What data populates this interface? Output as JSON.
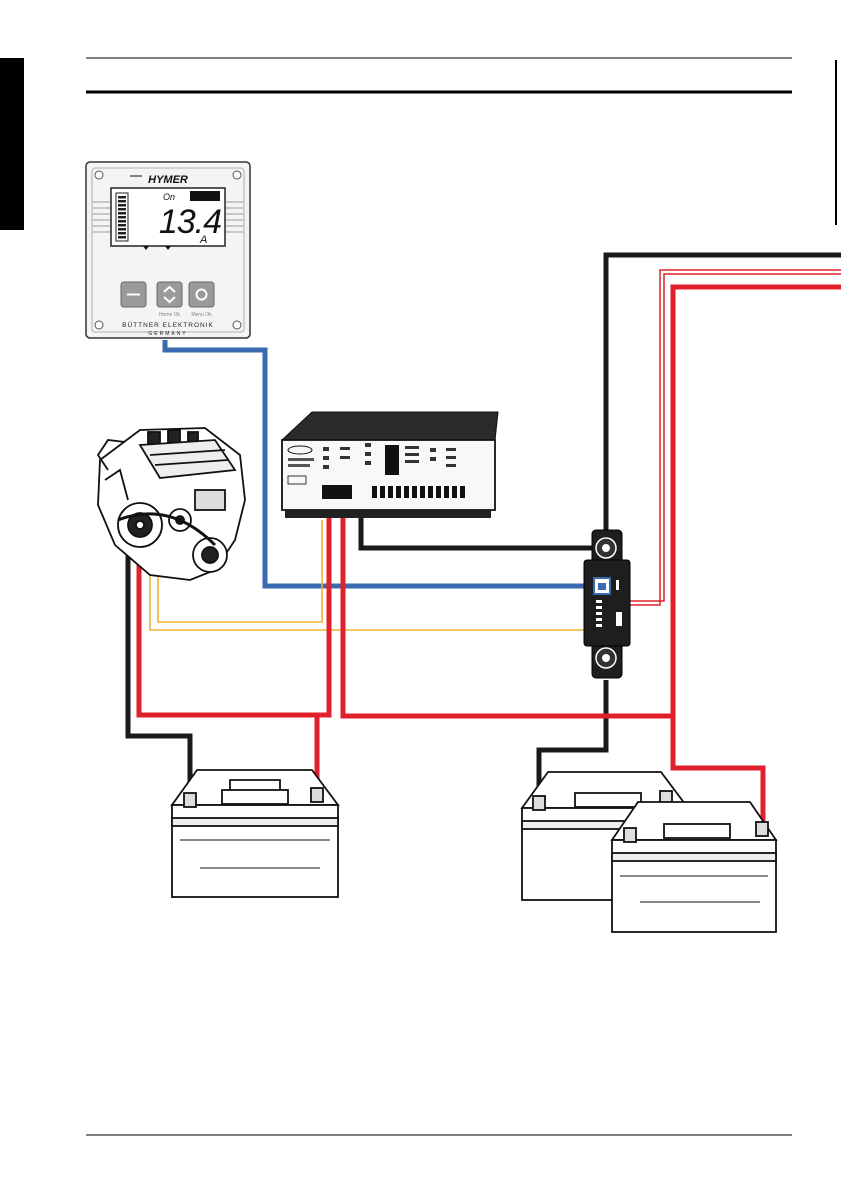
{
  "monitor": {
    "brand": "HYMER",
    "status": "On",
    "reading": "13.4",
    "unit": "A",
    "maker_line1": "BÜTTNER ELEKTRONIK",
    "maker_line2": "GERMANY",
    "button_labels": [
      "Home Ok",
      "Menu Ok"
    ]
  },
  "colors": {
    "positive_wire": "#e0202a",
    "negative_wire": "#1a1a1a",
    "data_bus": "#3a6ab0",
    "sense_wire": "#f0b030"
  }
}
